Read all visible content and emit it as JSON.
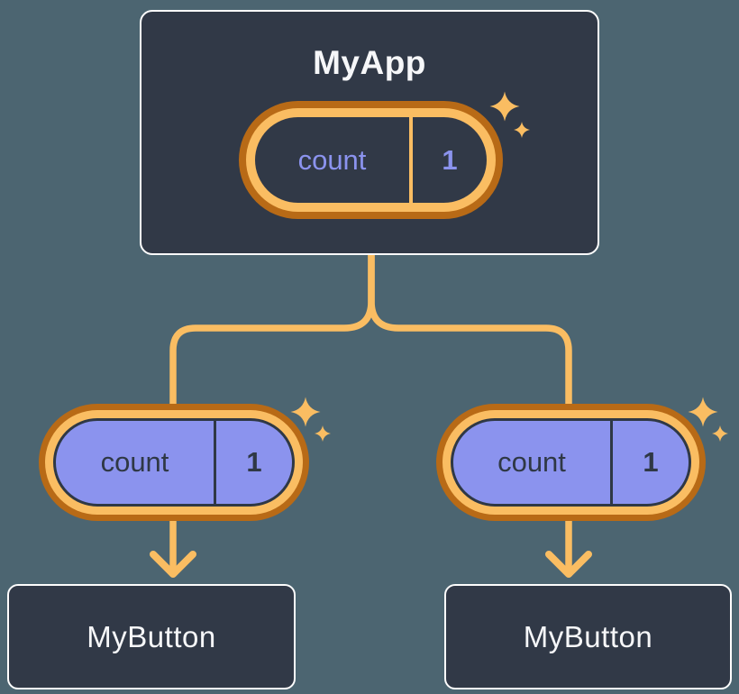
{
  "background_color": "#4C6571",
  "colors": {
    "bg": "#4C6571",
    "node_bg": "#313947",
    "node_border": "#FDFDFD",
    "node_text": "#F6F7F9",
    "connector": "#FABD62",
    "ring_outer": "#B86A16",
    "ring_inner": "#FABD62",
    "purple": "#8B93EE",
    "navy_text": "#2F3845"
  },
  "icons": {
    "sparkle": "✦"
  },
  "tree": {
    "root": {
      "label": "MyApp",
      "state": {
        "key": "count",
        "value": "1"
      }
    },
    "children": [
      {
        "label": "MyButton",
        "state": {
          "key": "count",
          "value": "1"
        }
      },
      {
        "label": "MyButton",
        "state": {
          "key": "count",
          "value": "1"
        }
      }
    ]
  }
}
